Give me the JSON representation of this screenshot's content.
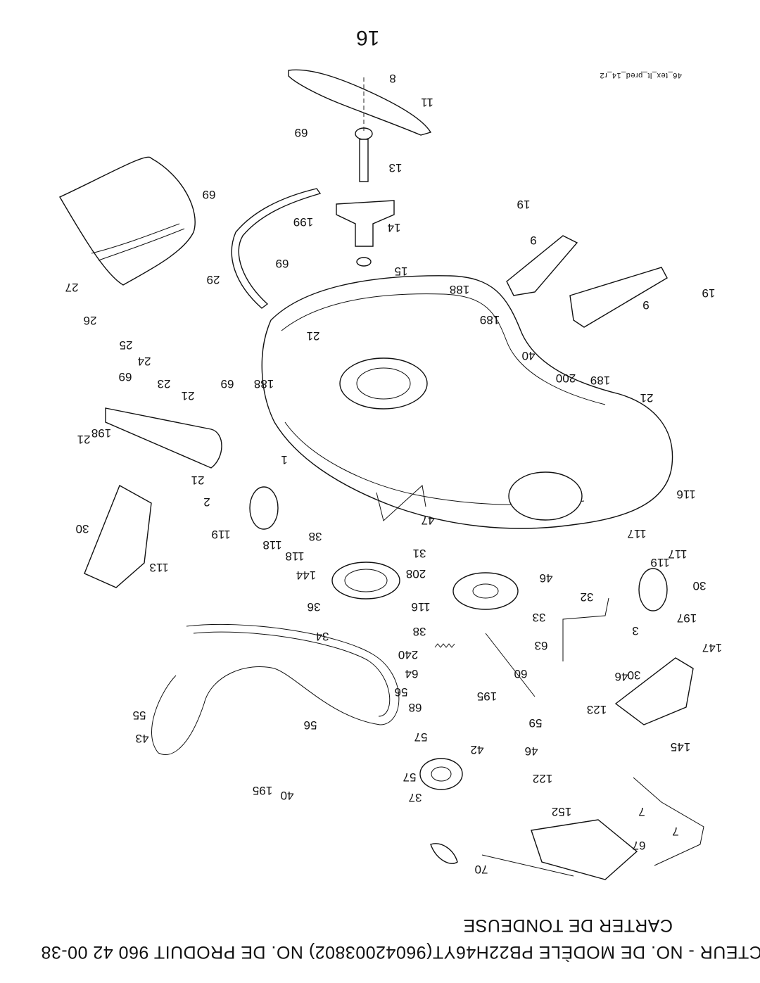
{
  "header": {
    "page_number": "16",
    "drawing_code": "46_tex_lt_pred_14_r2"
  },
  "footer": {
    "title_line_1": "TRACTEUR - NO. DE MODÈLE PB22H46YT(96042003802)   NO. DE PRODUIT 960 42 00-38",
    "title_line_2": "CARTER DE TONDEUSE"
  },
  "part_labels": [
    "8",
    "11",
    "69",
    "13",
    "69",
    "199",
    "14",
    "19",
    "9",
    "15",
    "69",
    "29",
    "27",
    "188",
    "19",
    "9",
    "26",
    "189",
    "21",
    "25",
    "40",
    "24",
    "200",
    "189",
    "23",
    "21",
    "69",
    "69",
    "188",
    "21",
    "198",
    "21",
    "1",
    "21",
    "116",
    "2",
    "30",
    "38",
    "47",
    "117",
    "119",
    "118",
    "118",
    "119",
    "117",
    "30",
    "31",
    "144",
    "208",
    "46",
    "113",
    "32",
    "36",
    "116",
    "197",
    "33",
    "34",
    "38",
    "3",
    "147",
    "240",
    "63",
    "64",
    "60",
    "30",
    "46",
    "56",
    "195",
    "55",
    "68",
    "56",
    "123",
    "43",
    "59",
    "57",
    "42",
    "46",
    "145",
    "57",
    "122",
    "195",
    "40",
    "37",
    "7",
    "152",
    "7",
    "67",
    "70"
  ]
}
